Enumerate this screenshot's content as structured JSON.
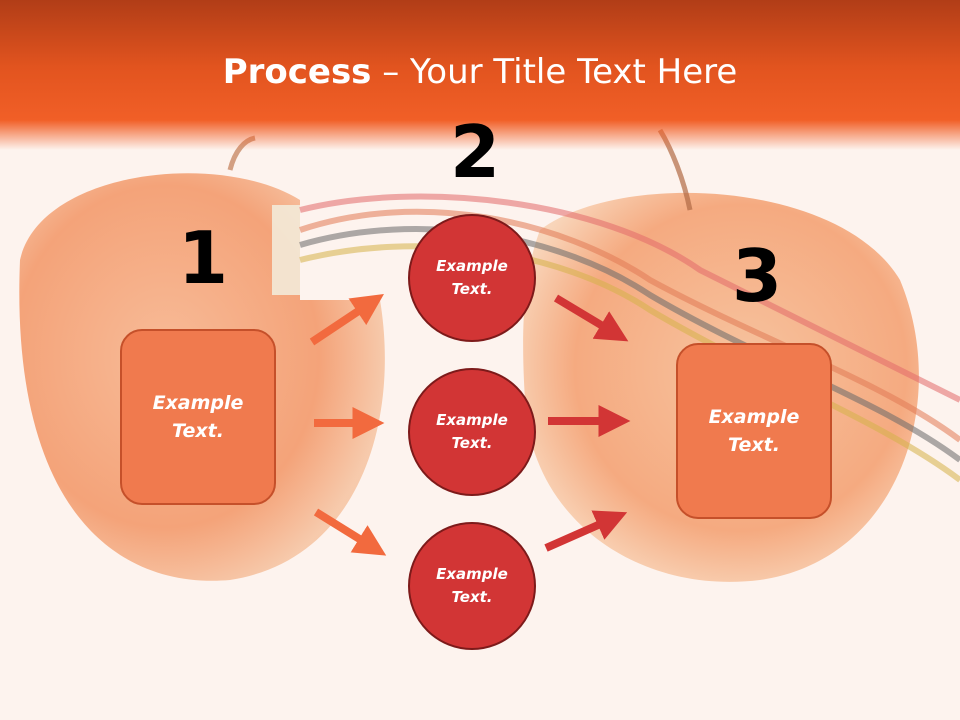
{
  "title": {
    "bold": "Process",
    "rest": " – Your Title Text Here"
  },
  "steps": {
    "one": "1",
    "two": "2",
    "three": "3"
  },
  "box_left": {
    "label": "Example Text."
  },
  "box_right": {
    "label": "Example Text."
  },
  "circles": [
    {
      "label": "Example Text."
    },
    {
      "label": "Example Text."
    },
    {
      "label": "Example Text."
    }
  ],
  "colors": {
    "header": "#e2541f",
    "box": "#f07a4e",
    "circle": "#d23535",
    "arrow_left": "#f26a3e",
    "arrow_right": "#d23535"
  }
}
